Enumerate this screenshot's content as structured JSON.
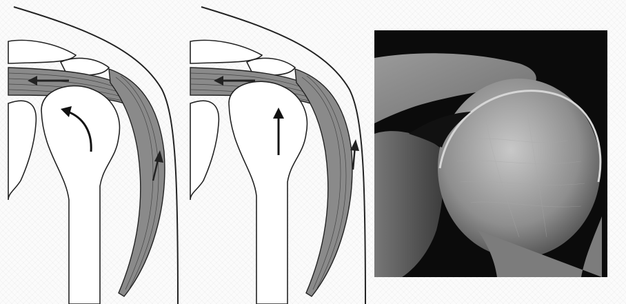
{
  "figure": {
    "panels": [
      {
        "id": "illustration-rotation",
        "arrows": [
          "horizontal-left",
          "curved-rotation",
          "upward-diagonal"
        ]
      },
      {
        "id": "illustration-superior-migration",
        "arrows": [
          "horizontal-left",
          "vertical-up",
          "upward-diagonal"
        ]
      },
      {
        "id": "xray-shoulder"
      }
    ],
    "colors": {
      "ink": "#222222",
      "muscle_fill": "#8a8a8a",
      "bone_fill": "#ffffff",
      "xray_background": "#0b0b0b",
      "xray_bone": "#bdbdbd"
    }
  }
}
